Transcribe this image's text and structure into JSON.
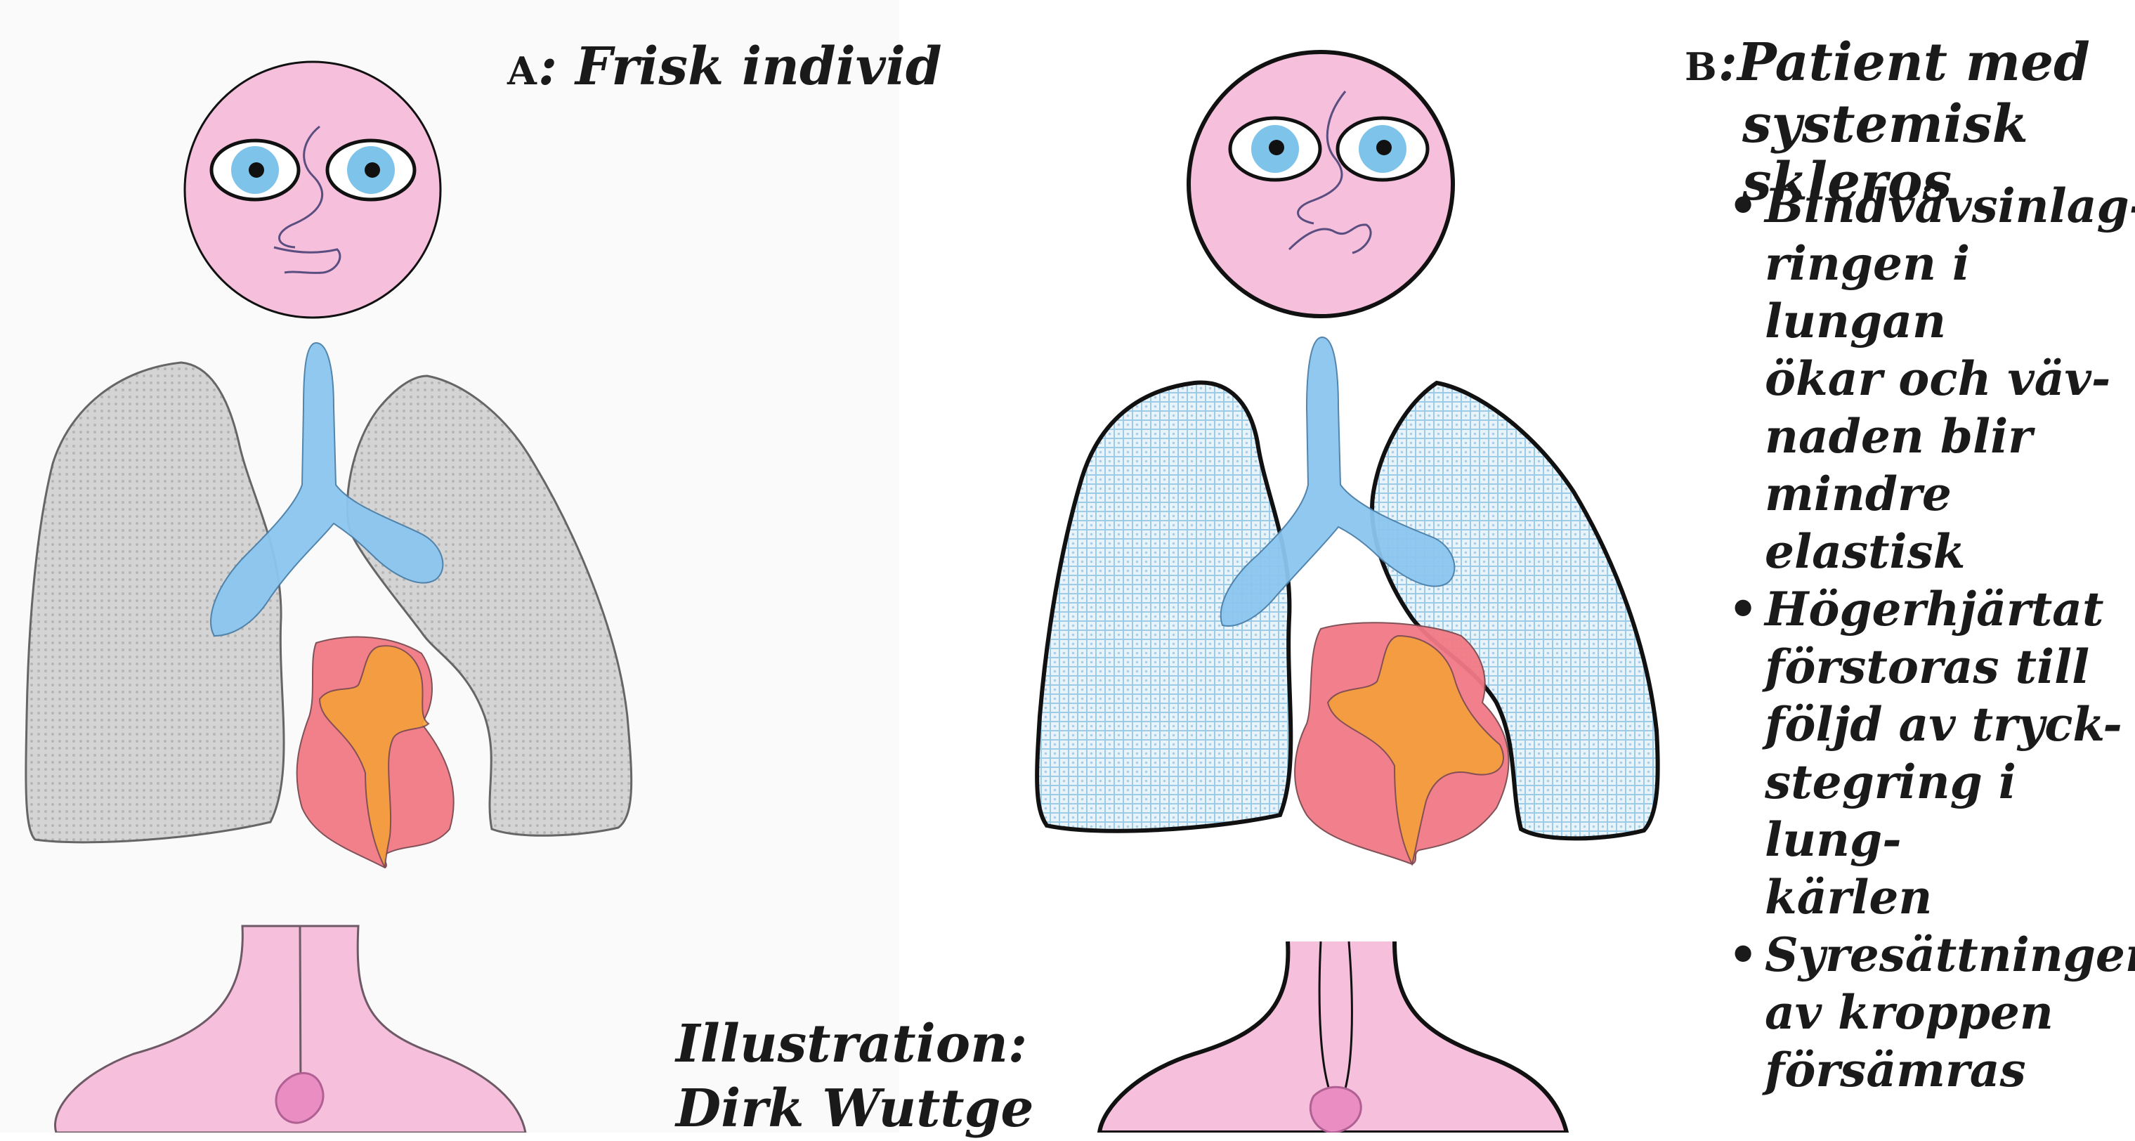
{
  "panel_a": {
    "letter": "A",
    "separator": ":",
    "title": "Frisk individ"
  },
  "panel_b": {
    "letter": "B",
    "separator": ":",
    "title_line1": "Patient med",
    "title_line2": "systemisk skleros",
    "bullets": [
      "Bindvävsinlag-\nringen i lungan\nökar och väv-\nnaden blir\nmindre elastisk",
      "Högerhjärtat\nförstoras till\nföljd av tryck-\nstegring i lung-\nkärlen",
      "Syresättningen\nav kroppen\nförsämras"
    ],
    "bullet_glyph": "•"
  },
  "credit": "Illustration:\nDirk Wuttge",
  "colors": {
    "skin": "#f6bfdc",
    "iris": "#7ec3ea",
    "trachea": "#8cc6f0",
    "lung_healthy": "#cfcfcf",
    "lung_fibrotic": "#a9cfe8",
    "heart": "#f27a86",
    "heart_atrium": "#f5a03a",
    "outline": "#222222"
  }
}
